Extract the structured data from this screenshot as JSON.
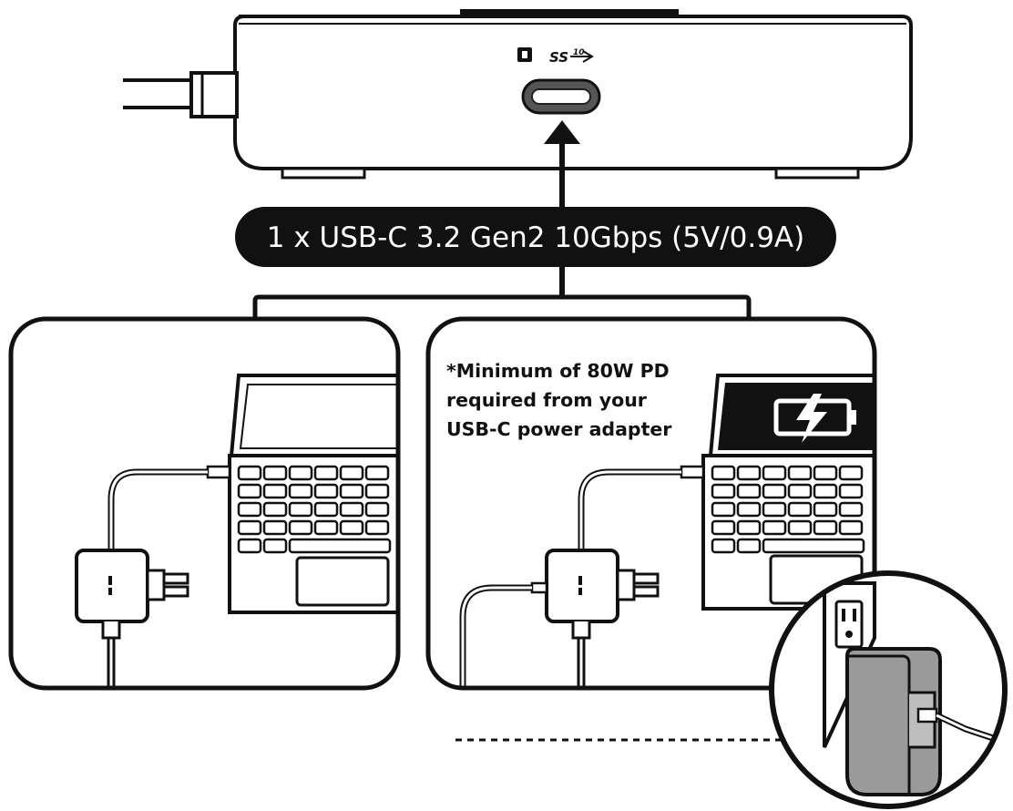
{
  "hub": {
    "port_logo": "SS",
    "port_logo_sup": "10"
  },
  "port_label": "1 x USB-C 3.2 Gen2 10Gbps (5V/0.9A)",
  "note": {
    "lines": [
      "*Minimum of 80W PD",
      "required from your",
      "USB-C power adapter"
    ]
  },
  "icons": {
    "battery": "charging-battery-icon",
    "plug": "wall-plug-icon"
  }
}
